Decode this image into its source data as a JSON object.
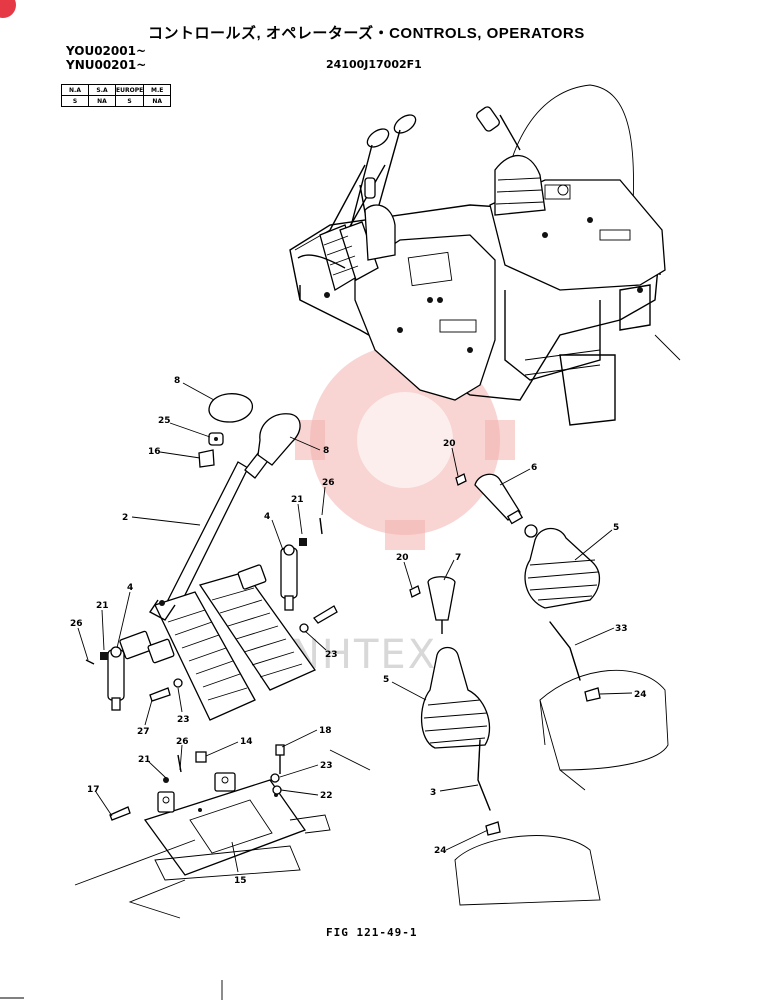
{
  "header": {
    "title": "コントロールズ, オペレーターズ・CONTROLS, OPERATORS",
    "serials": [
      "YOU02001~",
      "YNU00201~"
    ],
    "part_code": "24100J17002F1"
  },
  "region_table": {
    "headers": [
      "N.A",
      "S.A",
      "EUROPE",
      "M.E"
    ],
    "values": [
      "S",
      "NA",
      "S",
      "NA"
    ]
  },
  "figure_label": "FIG 121-49-1",
  "watermark": "NHTEX",
  "callouts": [
    {
      "id": "c8a",
      "label": "8"
    },
    {
      "id": "c25",
      "label": "25"
    },
    {
      "id": "c16",
      "label": "16"
    },
    {
      "id": "c8b",
      "label": "8"
    },
    {
      "id": "c2",
      "label": "2"
    },
    {
      "id": "c21a",
      "label": "21"
    },
    {
      "id": "c26a",
      "label": "26"
    },
    {
      "id": "c4a",
      "label": "4"
    },
    {
      "id": "c4b",
      "label": "4"
    },
    {
      "id": "c21b",
      "label": "21"
    },
    {
      "id": "c26b",
      "label": "26"
    },
    {
      "id": "c23a",
      "label": "23"
    },
    {
      "id": "c27",
      "label": "27"
    },
    {
      "id": "c23b",
      "label": "23"
    },
    {
      "id": "c20a",
      "label": "20"
    },
    {
      "id": "c6",
      "label": "6"
    },
    {
      "id": "c5a",
      "label": "5"
    },
    {
      "id": "c20b",
      "label": "20"
    },
    {
      "id": "c7",
      "label": "7"
    },
    {
      "id": "c33",
      "label": "33"
    },
    {
      "id": "c5b",
      "label": "5"
    },
    {
      "id": "c24a",
      "label": "24"
    },
    {
      "id": "c18",
      "label": "18"
    },
    {
      "id": "c14",
      "label": "14"
    },
    {
      "id": "c21c",
      "label": "21"
    },
    {
      "id": "c26c",
      "label": "26"
    },
    {
      "id": "c23c",
      "label": "23"
    },
    {
      "id": "c22",
      "label": "22"
    },
    {
      "id": "c17",
      "label": "17"
    },
    {
      "id": "c3",
      "label": "3"
    },
    {
      "id": "c24b",
      "label": "24"
    },
    {
      "id": "c15",
      "label": "15"
    }
  ]
}
